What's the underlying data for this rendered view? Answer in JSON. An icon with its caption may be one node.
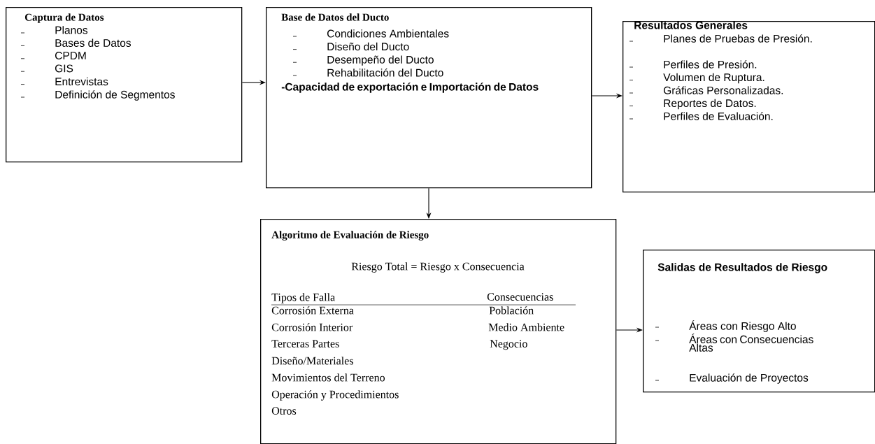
{
  "diagram": {
    "nodes": [
      {
        "text": [
          "Captura de Datos",
          "Planos",
          "Bases de Datos",
          "CPDM",
          "GIS",
          "Entrevistas",
          "Definición de Segmentos"
        ]
      },
      {
        "text": [
          "Base de Datos del Ducto",
          "Condiciones Ambientales",
          "Diseño del Ducto",
          "Desempeño del Ducto",
          "Rehabilitación del Ducto",
          "-Capacidad de exportación e Importación de Datos"
        ]
      },
      {
        "text": [
          "Resultados Generales",
          "Planes de Pruebas de Presión.",
          "Perfiles de Presión.",
          "Volumen de Ruptura.",
          "Gráficas Personalizadas.",
          "Reportes de Datos.",
          "Perfiles de Evaluación."
        ]
      },
      {
        "text": [
          "Algoritmo de Evaluación de Riesgo",
          "Riesgo Total = Riesgo x Consecuencia",
          "Tipos de Falla",
          "Consecuencias",
          "Corrosión Externa",
          "Población",
          "Corrosión Interior",
          "Medio Ambiente",
          "Terceras Partes",
          "Negocio",
          "Diseño/Materiales",
          "Movimientos del Terreno",
          "Operación y Procedimientos",
          "Otros"
        ]
      },
      {
        "text": [
          "Salidas de Resultados de Riesgo",
          "Áreas con Riesgo Alto",
          "Áreas con Consecuencias Altas",
          "Evaluación de Proyectos"
        ]
      }
    ],
    "edges": [
      {
        "from": 0,
        "to": 1,
        "arrow": "to"
      },
      {
        "from": 1,
        "to": 2,
        "arrow": "to"
      },
      {
        "from": 1,
        "to": 3,
        "arrow": "to"
      },
      {
        "from": 3,
        "to": 4,
        "arrow": "to"
      }
    ]
  }
}
